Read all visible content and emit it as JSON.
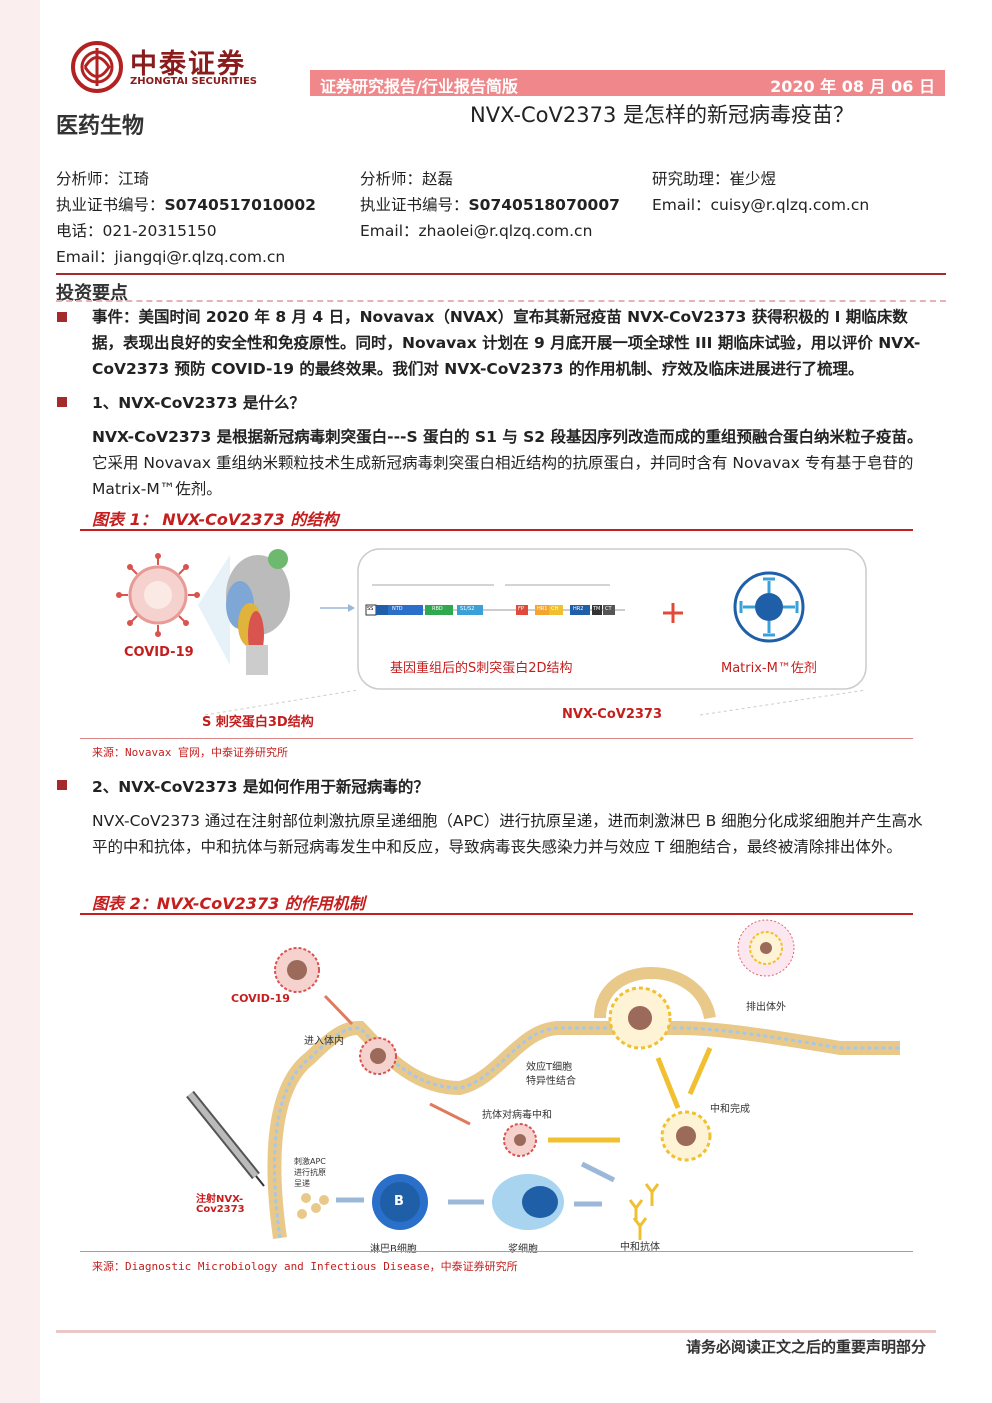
{
  "header": {
    "logo_cn": "中泰证券",
    "logo_en": "ZHONGTAI SECURITIES",
    "banner_left": "证券研究报告/行业报告简版",
    "date": "2020 年 08 月 06 日",
    "sector": "医药生物",
    "title": "NVX-CoV2373 是怎样的新冠病毒疫苗？"
  },
  "authors": [
    {
      "role": "分析师：江琦",
      "cert_label": "执业证书编号：",
      "cert": "S0740517010002",
      "phone": "电话：021-20315150",
      "email": "Email：jiangqi@r.qlzq.com.cn"
    },
    {
      "role": "分析师：赵磊",
      "cert_label": "执业证书编号：",
      "cert": "S0740518070007",
      "email": "Email：zhaolei@r.qlzq.com.cn"
    },
    {
      "role": "研究助理：崔少煜",
      "email": "Email：cuisy@r.qlzq.com.cn"
    }
  ],
  "section_title": "投资要点",
  "intro": "事件：美国时间 2020 年 8 月 4 日，Novavax（NVAX）宣布其新冠疫苗 NVX-CoV2373 获得积极的 I 期临床数据，表现出良好的安全性和免疫原性。同时，Novavax 计划在 9 月底开展一项全球性 III 期临床试验，用以评价 NVX-CoV2373 预防 COVID-19 的最终效果。我们对 NVX-CoV2373 的作用机制、疗效及临床进展进行了梳理。",
  "q1": {
    "heading": "1、NVX-CoV2373 是什么？",
    "bold": "NVX-CoV2373 是根据新冠病毒刺突蛋白---S 蛋白的 S1 与 S2 段基因序列改造而成的重组预融合蛋白纳米粒子疫苗。",
    "text": "它采用 Novavax 重组纳米颗粒技术生成新冠病毒刺突蛋白相近结构的抗原蛋白，并同时含有 Novavax 专有基于皂苷的 Matrix-M™佐剂。"
  },
  "fig1": {
    "caption": "图表 1：  NVX-CoV2373 的结构",
    "covid_label": "COVID-19",
    "protein3d_label": "S 刺突蛋白3D结构",
    "protein2d_label": "基因重组后的S刺突蛋白2D结构",
    "matrix_label": "Matrix-M™佐剂",
    "vaccine_label": "NVX-CoV2373",
    "seg_labels": [
      "SS",
      "NTD",
      "RBD",
      "S1/S2",
      "FP",
      "HR1",
      "CH",
      "HR2",
      "TM",
      "CT"
    ],
    "source": "来源：Novavax 官网，中泰证券研究所"
  },
  "q2": {
    "heading": "2、NVX-CoV2373 是如何作用于新冠病毒的？",
    "text": "NVX-CoV2373 通过在注射部位刺激抗原呈递细胞（APC）进行抗原呈递，进而刺激淋巴 B 细胞分化成浆细胞并产生高水平的中和抗体，中和抗体与新冠病毒发生中和反应，导致病毒丧失感染力并与效应 T 细胞结合，最终被清除排出体外。"
  },
  "fig2": {
    "caption": "图表 2：NVX-CoV2373 的作用机制",
    "labels": {
      "covid": "COVID-19",
      "enter": "进入体内",
      "tcell1": "效应T细胞",
      "tcell2": "特异性结合",
      "neutralize": "抗体对病毒中和",
      "exit": "排出体外",
      "done": "中和完成",
      "apc1": "刺激APC",
      "apc2": "进行抗原",
      "apc3": "呈递",
      "inject1": "注射NVX-",
      "inject2": "Cov2373",
      "bcell": "淋巴B细胞",
      "plasma": "浆细胞",
      "antibody": "中和抗体",
      "b": "B"
    },
    "source": "来源：Diagnostic Microbiology and Infectious Disease，中泰证券研究所"
  },
  "footer": "请务必阅读正文之后的重要声明部分",
  "colors": {
    "brand": "#8a1c1c",
    "banner": "#f0878a",
    "accent": "#c41e1e"
  }
}
